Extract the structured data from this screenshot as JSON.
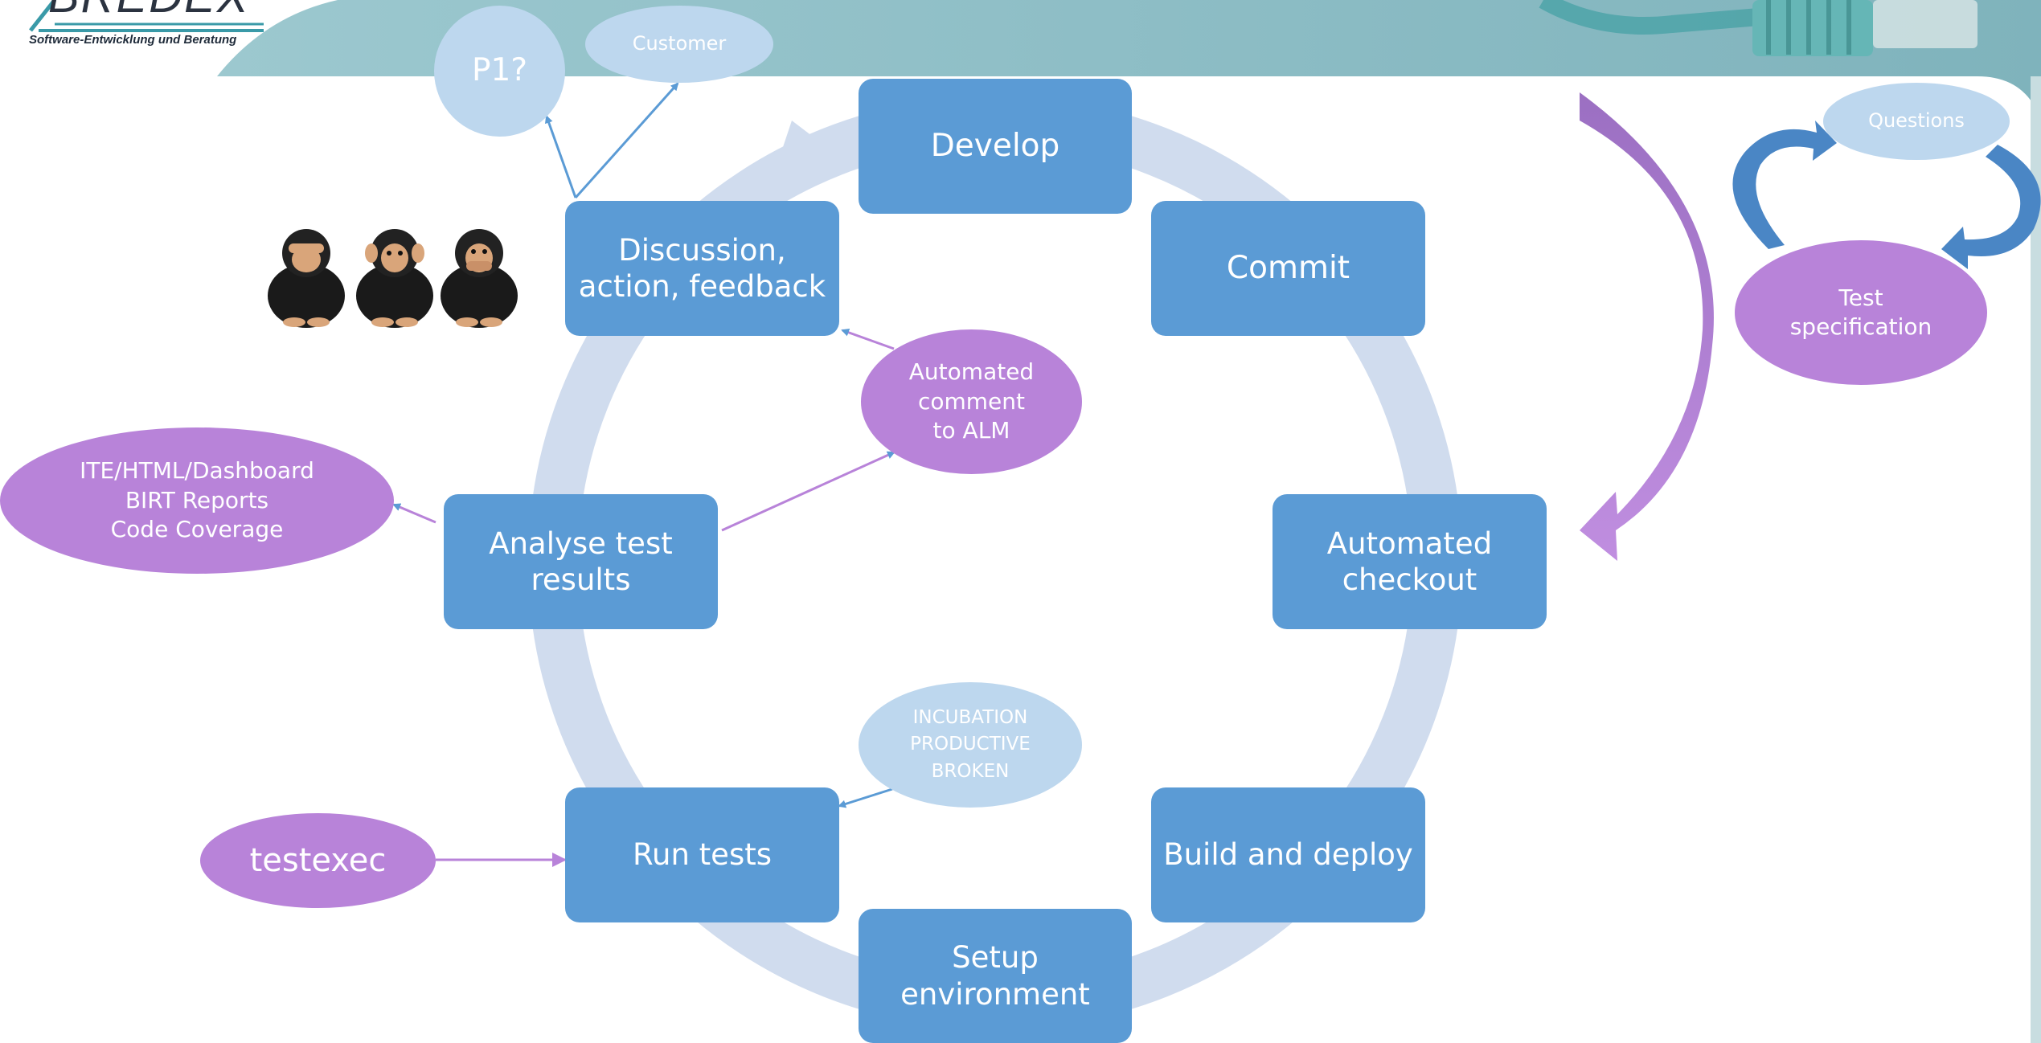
{
  "logo": {
    "word": "BREDEX",
    "tagline": "Software-Entwicklung und Beratung"
  },
  "cycle": {
    "develop": "Develop",
    "commit": "Commit",
    "checkout": "Automated\ncheckout",
    "build": "Build and deploy",
    "setup": "Setup\nenvironment",
    "run_tests": "Run tests",
    "analyse": "Analyse test\nresults",
    "discussion": "Discussion,\naction, feedback"
  },
  "bubbles": {
    "p1": "P1?",
    "customer": "Customer",
    "alm": "Automated\ncomment\nto ALM",
    "reports": "ITE/HTML/Dashboard\nBIRT Reports\nCode Coverage",
    "incubation": "INCUBATION\nPRODUCTIVE\nBROKEN",
    "testexec": "testexec",
    "questions": "Questions",
    "test_spec": "Test\nspecification"
  },
  "colors": {
    "box": "#5b9bd5",
    "purple": "#b883d9",
    "light_blue": "#bdd7ee",
    "ring": "#d0dcee",
    "banner": "#8bbcc4"
  }
}
